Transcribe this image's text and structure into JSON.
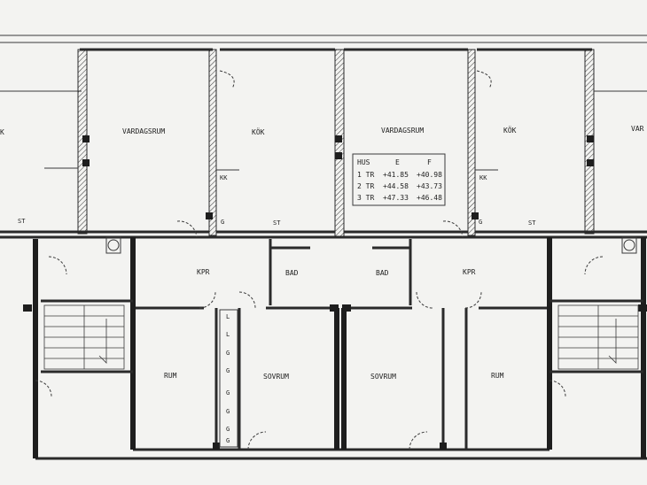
{
  "rooms": {
    "kok_left_edge": "K",
    "vardagsrum_1": "VARDAGSRUM",
    "kok_1": "KÖK",
    "vardagsrum_2": "VARDAGSRUM",
    "kok_2": "KÖK",
    "vardagsrum_right_edge": "VAR",
    "kpr_1": "KPR",
    "bad_1": "BAD",
    "bad_2": "BAD",
    "kpr_2": "KPR",
    "rum_1": "RUM",
    "sovrum_1": "SOVRUM",
    "sovrum_2": "SOVRUM",
    "rum_2": "RUM",
    "kk_1": "KK",
    "kk_2": "KK",
    "st_1": "ST",
    "st_2": "ST",
    "st_3": "ST",
    "g_1": "G",
    "g_2": "G"
  },
  "closets": [
    "L",
    "L",
    "G",
    "G",
    "G",
    "G",
    "G",
    "G"
  ],
  "level_table": {
    "header": [
      "HUS",
      "E",
      "F"
    ],
    "rows": [
      {
        "floor": "1 TR",
        "e": "+41.85",
        "f": "+40.98"
      },
      {
        "floor": "2 TR",
        "e": "+44.58",
        "f": "+43.73"
      },
      {
        "floor": "3 TR",
        "e": "+47.33",
        "f": "+46.48"
      }
    ]
  }
}
